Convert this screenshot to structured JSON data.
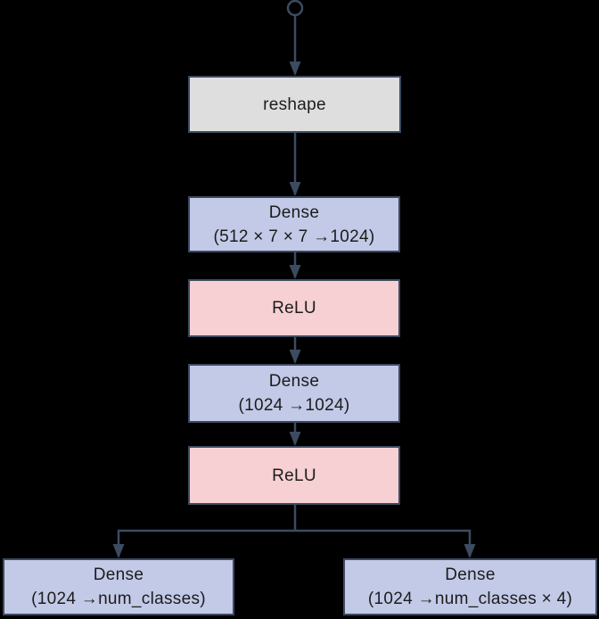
{
  "diagram": {
    "title": "dense-head-flowchart",
    "colors": {
      "background": "#000000",
      "border": "#3c4b61",
      "line": "#3c4b61",
      "text": "#1c1c1c",
      "gray_fill": "#dedede",
      "dense_fill": "#c3cae7",
      "relu_fill": "#f6d0d3"
    },
    "start_node": {
      "shape": "circle",
      "style": "open"
    },
    "nodes": [
      {
        "id": "reshape",
        "kind": "reshape",
        "lines": [
          "reshape"
        ]
      },
      {
        "id": "dense-512x7x7-1024",
        "kind": "dense",
        "lines": [
          "Dense",
          "(512 × 7 × 7 →1024)"
        ]
      },
      {
        "id": "relu-1",
        "kind": "relu",
        "lines": [
          "ReLU"
        ]
      },
      {
        "id": "dense-1024-1024",
        "kind": "dense",
        "lines": [
          "Dense",
          "(1024 →1024)"
        ]
      },
      {
        "id": "relu-2",
        "kind": "relu",
        "lines": [
          "ReLU"
        ]
      },
      {
        "id": "dense-num-classes",
        "kind": "dense",
        "lines": [
          "Dense",
          "(1024 →num_classes)"
        ]
      },
      {
        "id": "dense-num-classes-x4",
        "kind": "dense",
        "lines": [
          "Dense",
          "(1024 →num_classes × 4)"
        ]
      }
    ],
    "edges": [
      {
        "from": "start",
        "to": "reshape",
        "arrow": true
      },
      {
        "from": "reshape",
        "to": "dense-512x7x7-1024",
        "arrow": true
      },
      {
        "from": "dense-512x7x7-1024",
        "to": "relu-1",
        "arrow": true
      },
      {
        "from": "relu-1",
        "to": "dense-1024-1024",
        "arrow": true
      },
      {
        "from": "dense-1024-1024",
        "to": "relu-2",
        "arrow": true
      },
      {
        "from": "relu-2",
        "to": "dense-num-classes",
        "arrow": true
      },
      {
        "from": "relu-2",
        "to": "dense-num-classes-x4",
        "arrow": true
      }
    ]
  }
}
